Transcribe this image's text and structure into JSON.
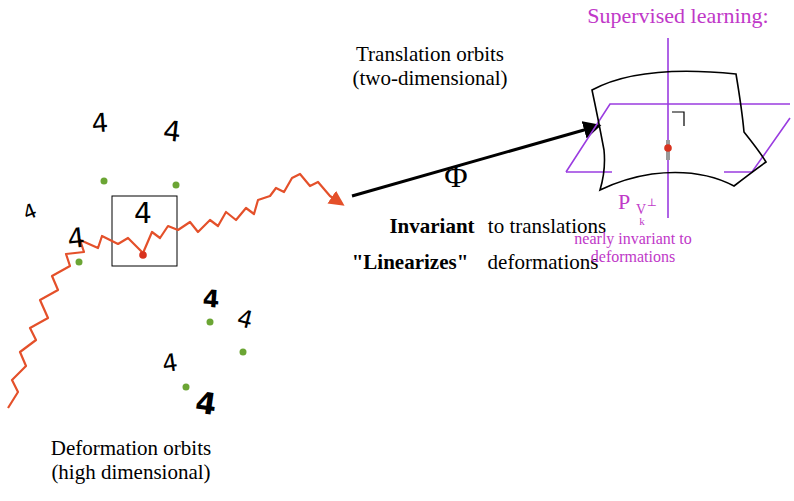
{
  "diagram": {
    "labels": [
      "Supervised learning:",
      "Translation orbits (two-dimensional)",
      "4",
      "4",
      "4",
      "4",
      "4",
      "Φ",
      "Invariant",
      "to translations",
      "\"Linearizes\"",
      "deformations",
      "P",
      "V",
      "⊥",
      "k",
      "nearly invariant to deformations",
      "4",
      "4",
      "4",
      "4",
      "Deformation orbits (high dimensional)"
    ]
  }
}
